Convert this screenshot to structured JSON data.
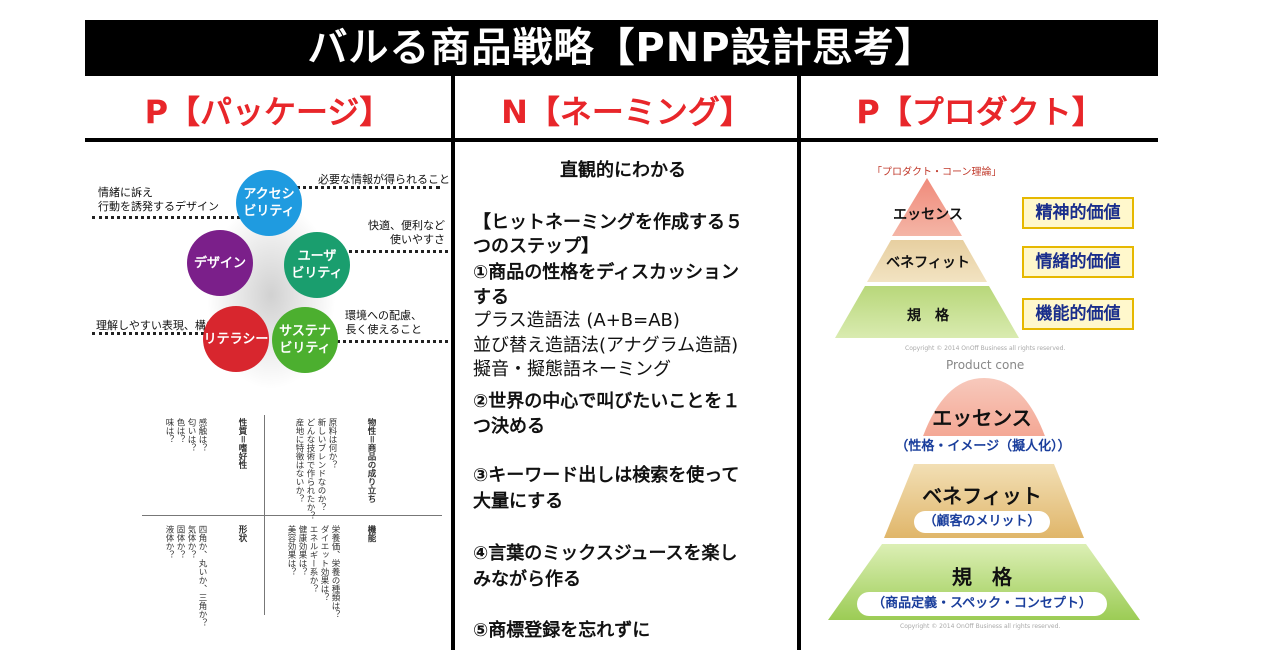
{
  "title": "バルる商品戦略【PNP設計思考】",
  "columns": {
    "p1": "P【パッケージ】",
    "n": "N【ネーミング】",
    "p2": "P【プロダクト】"
  },
  "package_diagram": {
    "circles": [
      {
        "label": "アクセシ\nビリティ",
        "color": "#1f9be0"
      },
      {
        "label": "ユーザ\nビリティ",
        "color": "#1a9e6e"
      },
      {
        "label": "デザイン",
        "color": "#7b1f8a"
      },
      {
        "label": "リテラシー",
        "color": "#d8262e"
      },
      {
        "label": "サステナ\nビリティ",
        "color": "#4caf2f"
      }
    ],
    "notes": {
      "design": "情緒に訴え\n行動を誘発するデザイン",
      "accessibility": "必要な情報が得られること",
      "usability": "快適、便利など\n使いやすさ",
      "literacy": "理解しやすい表現、構成",
      "sustainability": "環境への配慮、\n長く使えること"
    }
  },
  "package_grid": {
    "tl": "感触は？\n匂いは？\n色は？\n味は？",
    "tl_head": "性質＝嗜好性",
    "tr_head": "物性＝商品の成り立ち",
    "tr": "原料は何か？\n新しいブレンドなのか？\nどんな技術で作られたか？\n産地に特徴はないか？",
    "bl": "四角か、丸いか、三角か？\n気体か？\n固体か？\n液体か？",
    "bl_head": "形状",
    "br_head": "機能",
    "br": "栄養価、栄養の種類は？\nダイエット効果は？\nエネルギー系か？\n健康効果は？\n美容効果は？"
  },
  "naming": {
    "l1": "直観的にわかる",
    "l2": "【ヒットネーミングを作成する５",
    "l3": "つのステップ】",
    "l4": "①商品の性格をディスカッション",
    "l5": "する",
    "l6": "プラス造語法 (A+B=AB)",
    "l7": "並び替え造語法(アナグラム造語)",
    "l8": "擬音・擬態語ネーミング",
    "l9": "②世界の中心で叫びたいことを１",
    "l10": "つ決める",
    "l11": "③キーワード出しは検索を使って",
    "l12": "大量にする",
    "l13": "④言葉のミックスジュースを楽し",
    "l14": "みながら作る",
    "l15": "⑤商標登録を忘れずに"
  },
  "product_cone_top": {
    "caption": "「プロダクト・コーン理論」",
    "levels": [
      "エッセンス",
      "ベネフィット",
      "規　格"
    ],
    "values": [
      "精神的価値",
      "情緒的価値",
      "機能的価値"
    ],
    "copyright": "Copyright © 2014 OnOff Business all rights reserved."
  },
  "product_cone_bottom": {
    "caption": "Product cone",
    "levels": [
      "エッセンス",
      "ベネフィット",
      "規　格"
    ],
    "subs": [
      "（性格・イメージ（擬人化））",
      "（顧客のメリット）",
      "（商品定義・スペック・コンセプト）"
    ],
    "copyright": "Copyright © 2014 OnOff Business all rights reserved."
  },
  "colors": {
    "accent_red": "#e8262a",
    "value_text": "#1a2e8c",
    "value_border": "#e6b800"
  }
}
